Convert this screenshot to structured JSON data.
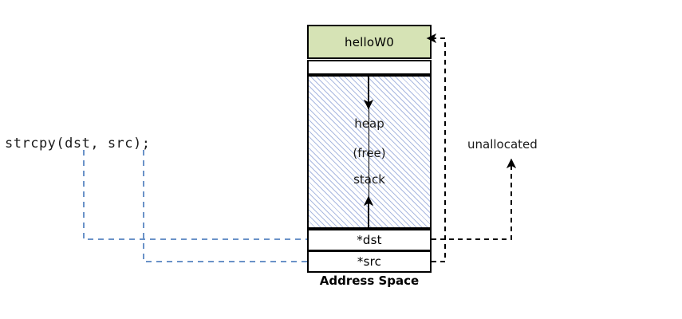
{
  "diagram": {
    "title_label": "Address Space",
    "code": {
      "text": "strcpy(dst, src);"
    },
    "memory_blocks": [
      {
        "id": "string-literal",
        "label": "helloW0",
        "fill": "#d6e3b5"
      },
      {
        "id": "gap",
        "label": "",
        "fill": "#ffffff"
      },
      {
        "id": "free-region",
        "label": "",
        "fill": "hatched"
      },
      {
        "id": "dst-pointer",
        "label": "*dst",
        "fill": "#ffffff"
      },
      {
        "id": "src-pointer",
        "label": "*src",
        "fill": "#ffffff"
      }
    ],
    "region_labels": {
      "heap": "heap",
      "free": "(free)",
      "stack": "stack"
    },
    "annotations": {
      "unallocated": "unallocated"
    },
    "colors": {
      "string_fill": "#d6e3b5",
      "hatch_line": "#aab9e0",
      "box_stroke": "#000000",
      "code_dash": "#6a92c8",
      "pointer_dash": "#000000",
      "text": "#1a1a1a"
    }
  }
}
